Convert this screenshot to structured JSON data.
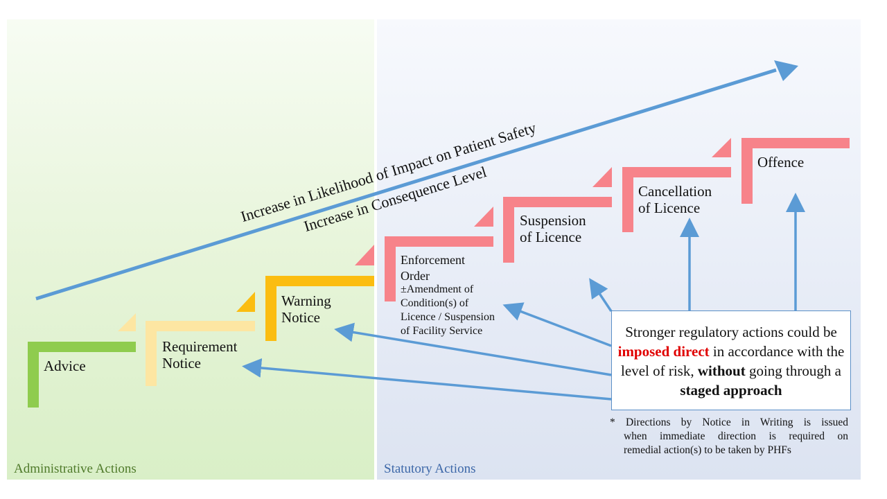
{
  "panels": {
    "admin_label": "Administrative  Actions",
    "statutory_label": "Statutory Actions"
  },
  "axis_labels": {
    "likelihood": "Increase in Likelihood of Impact on Patient Safety",
    "consequence": "Increase in Consequence Level"
  },
  "steps": [
    {
      "label": "Advice",
      "color": "#8fcc4e"
    },
    {
      "label": "Requirement\nNotice",
      "color": "#fde6a2"
    },
    {
      "label": "Warning\nNotice",
      "color": "#fbbd11"
    },
    {
      "label": "Enforcement\nOrder",
      "color": "#f7838a"
    },
    {
      "label": "Suspension\nof Licence",
      "color": "#f7838a"
    },
    {
      "label": "Cancellation\nof Licence",
      "color": "#f7838a"
    },
    {
      "label": "Offence",
      "color": "#f7838a"
    }
  ],
  "enforcement_sub": "±Amendment of\nCondition(s) of\nLicence / Suspension\nof Facility Service",
  "callout": {
    "p1": "Stronger regulatory actions could be",
    "p2": "imposed direct",
    "p3": "in accordance with the level of risk,",
    "p4": "without",
    "p5": "going through a",
    "p6": "staged approach"
  },
  "footnote": {
    "line1": "*  Directions by Notice in Writing is issued",
    "line2": "when immediate direction is required on",
    "line3": "remedial action(s) to be taken by PHFs"
  },
  "colors": {
    "arrow": "#5b9bd5",
    "green": "#8fcc4e",
    "light_yellow": "#fde6a2",
    "orange": "#fbbd11",
    "pink": "#f7838a"
  }
}
